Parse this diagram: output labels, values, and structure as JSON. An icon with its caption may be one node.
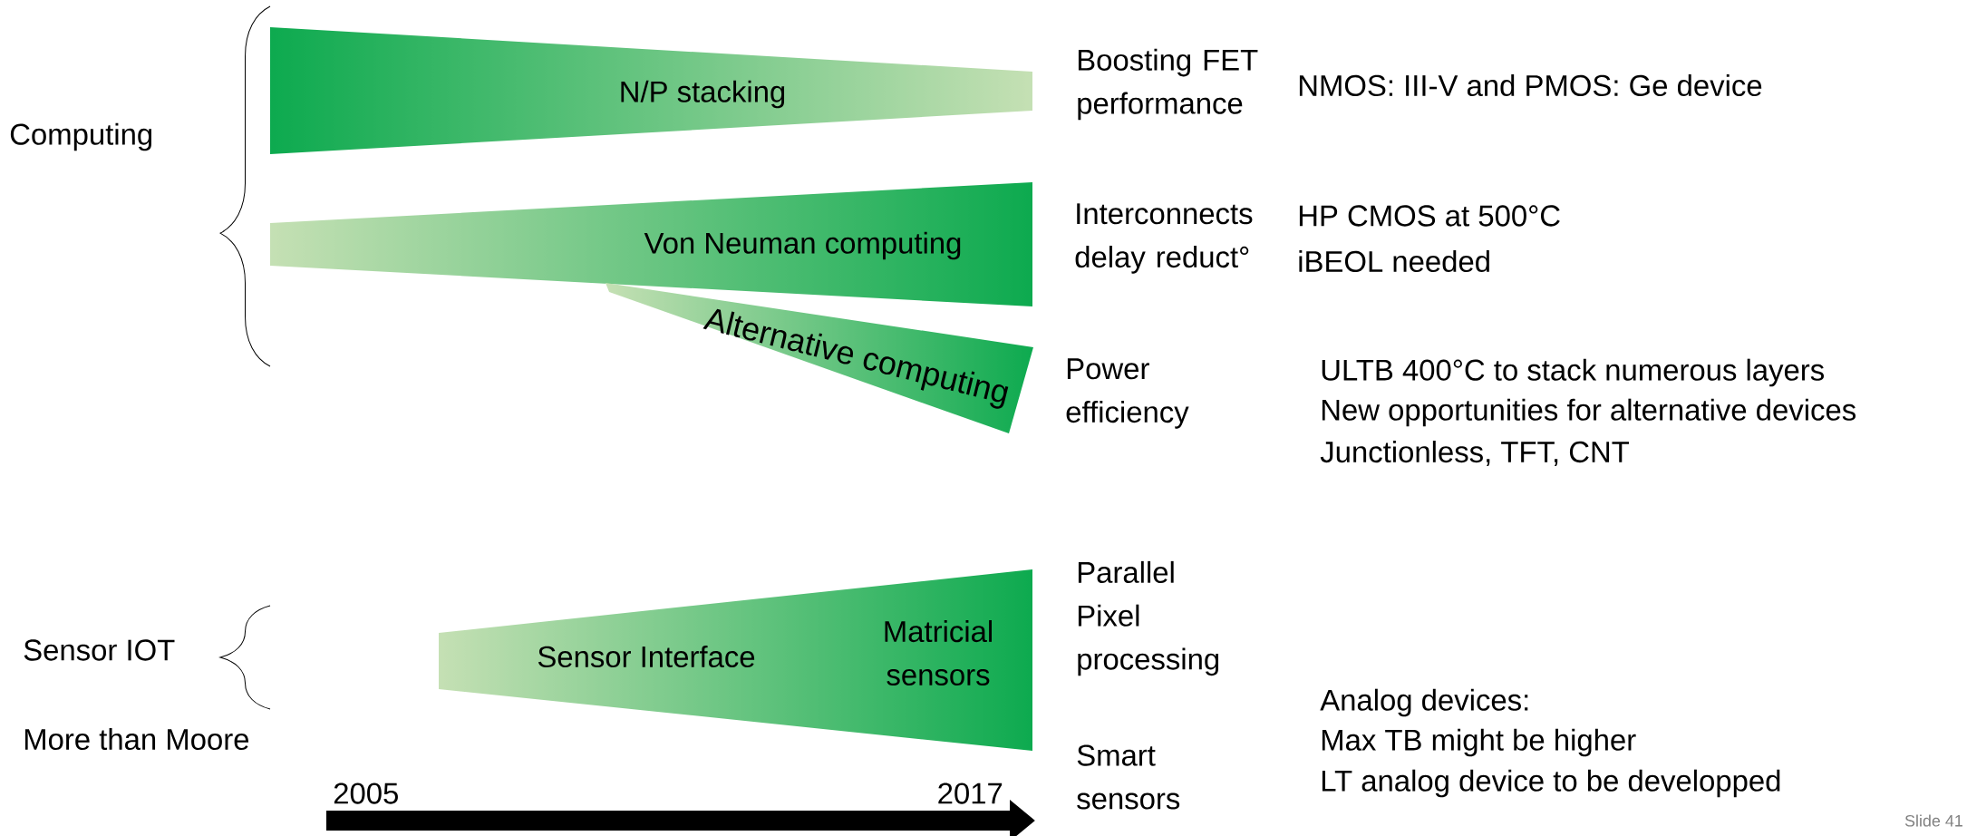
{
  "diagram": {
    "nodes": [
      {
        "text": [
          "N/P stacking"
        ]
      },
      {
        "text": [
          "Von Neuman computing"
        ]
      },
      {
        "text": [
          "Alternative computing"
        ]
      },
      {
        "text": [
          "Sensor Interface",
          "Matricial sensors"
        ]
      }
    ],
    "labels": [
      "Computing",
      "Boosting FET performance",
      "NMOS: III-V and PMOS: Ge device",
      "Interconnects delay reduct°",
      "HP CMOS at 500°C",
      "iBEOL needed",
      "Power efficiency",
      "ULTB 400°C to stack numerous layers",
      "New opportunities for alternative devices",
      "Junctionless, TFT, CNT",
      "Parallel Pixel processing",
      "Sensor IOT",
      "Analog devices:",
      "Max TB might be higher",
      "LT analog device to be developped",
      "More than Moore",
      "Smart sensors",
      "2005",
      "2017",
      "Slide 41"
    ]
  }
}
